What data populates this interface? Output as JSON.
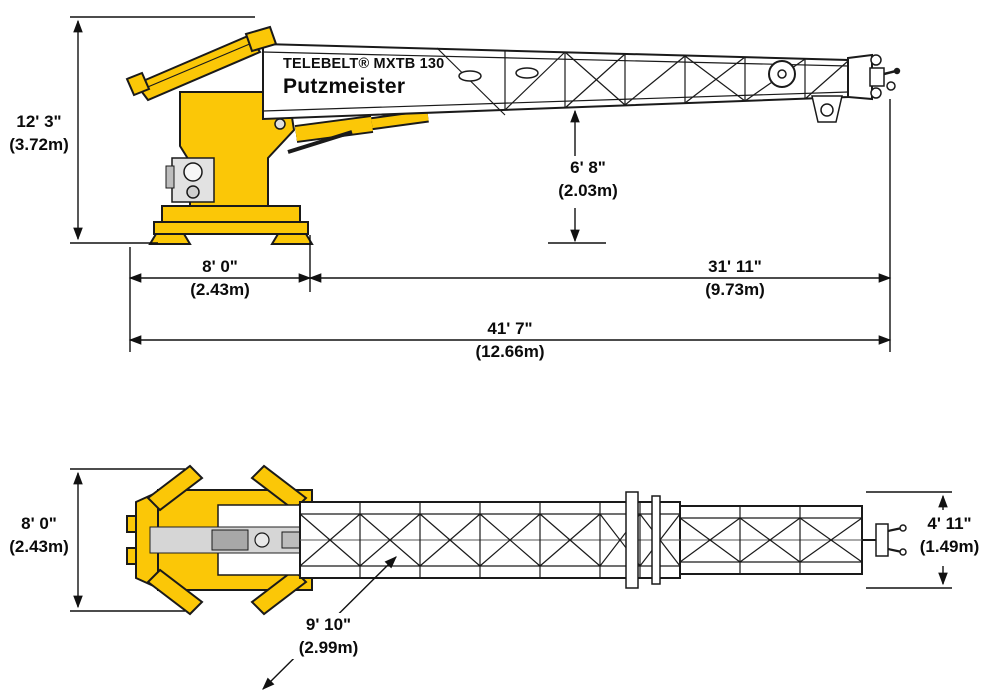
{
  "machine": {
    "model": "TELEBELT® MXTB 130",
    "brand": "Putzmeister"
  },
  "colors": {
    "machine_yellow": "#FBC707",
    "line_color": "#1a1a1a",
    "background": "#ffffff"
  },
  "side_view": {
    "dims": {
      "overall_height": {
        "imperial": "12' 3\"",
        "metric": "(3.72m)"
      },
      "belt_clearance": {
        "imperial": "6' 8\"",
        "metric": "(2.03m)"
      },
      "base_length": {
        "imperial": "8' 0\"",
        "metric": "(2.43m)"
      },
      "boom_reach": {
        "imperial": "31' 11\"",
        "metric": "(9.73m)"
      },
      "overall_length": {
        "imperial": "41' 7\"",
        "metric": "(12.66m)"
      }
    }
  },
  "top_view": {
    "dims": {
      "overall_width": {
        "imperial": "8' 0\"",
        "metric": "(2.43m)"
      },
      "discharge_width": {
        "imperial": "4' 11\"",
        "metric": "(1.49m)"
      },
      "outrigger_spread": {
        "imperial": "9' 10\"",
        "metric": "(2.99m)"
      }
    }
  }
}
